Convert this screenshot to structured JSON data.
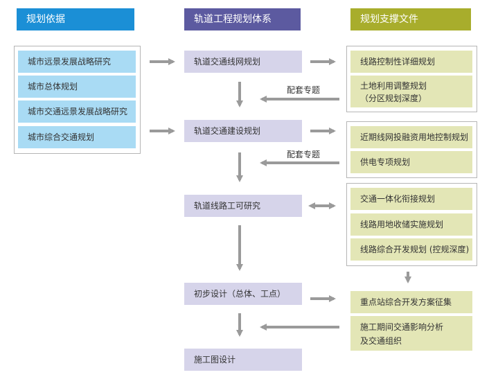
{
  "headers": {
    "basis": "规划依据",
    "system": "轨道工程规划体系",
    "support": "规划支撑文件"
  },
  "basis_items": [
    "城市远景发展战略研究",
    "城市总体规划",
    "城市交通远景发展战略研究",
    "城市综合交通规划"
  ],
  "system_items": [
    "轨道交通线网规划",
    "轨道交通建设规划",
    "轨道线路工可研究",
    "初步设计（总体、工点）",
    "施工图设计"
  ],
  "support_group1": [
    "线路控制性详细规划",
    "土地利用调整规划",
    "（分区规划深度）"
  ],
  "support_group2": [
    "近期线网投融资用地控制规划",
    "供电专项规划"
  ],
  "support_group3": [
    "交通一体化衔接规划",
    "线路用地收储实施规划",
    "线路综合开发规划 (控规深度)"
  ],
  "support_group4": [
    "重点站综合开发方案征集",
    "施工期间交通影响分析",
    "及交通组织"
  ],
  "labels": {
    "special1": "配套专题",
    "special2": "配套专题"
  },
  "colors": {
    "basis_header": "#1b8fd6",
    "system_header": "#5c5aa0",
    "support_header": "#a8ad2c",
    "basis_node": "#a9dbf4",
    "system_node": "#d6d4ea",
    "support_node": "#e3e6b6",
    "arrow": "#9a9a9a"
  }
}
